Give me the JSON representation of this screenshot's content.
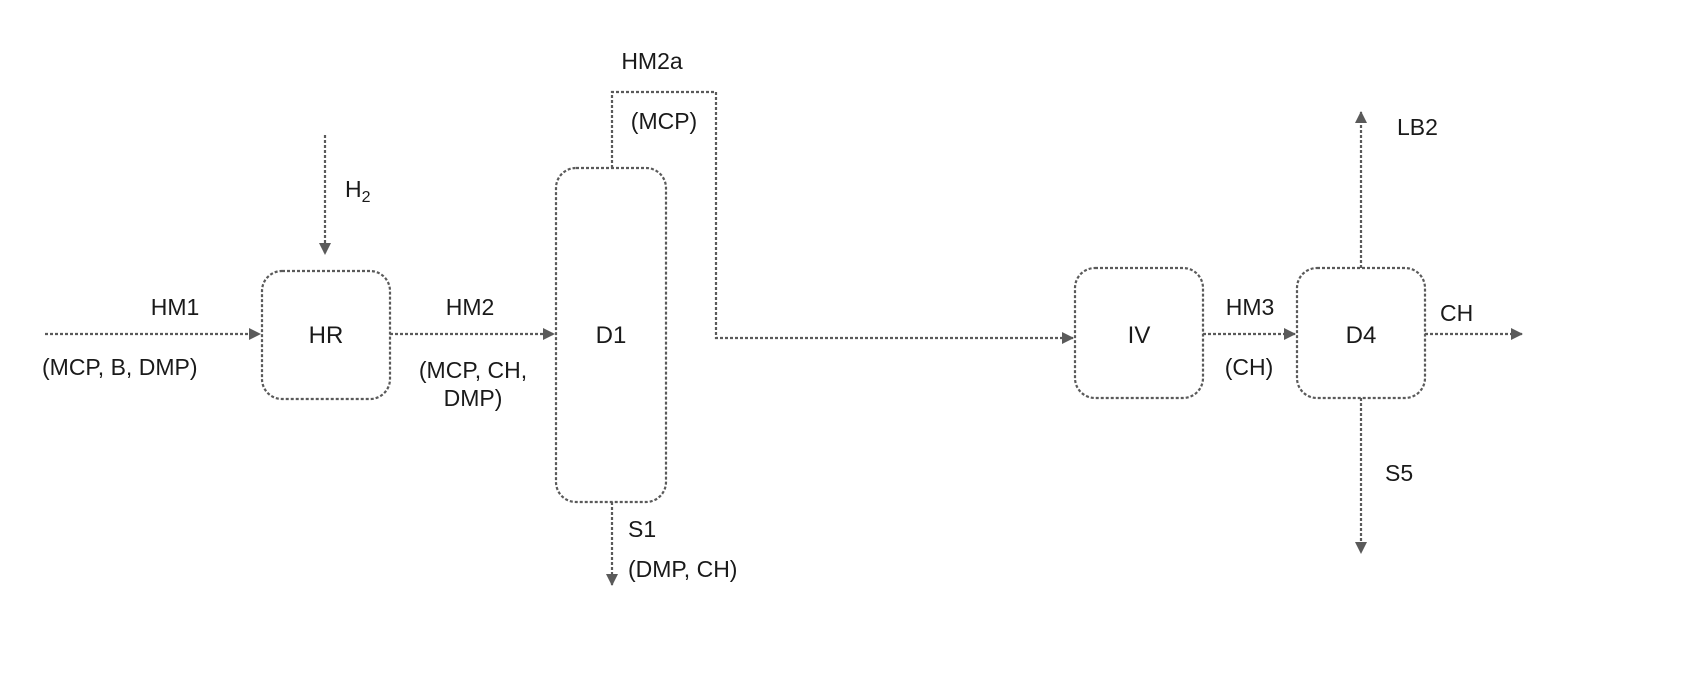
{
  "units": {
    "hr": "HR",
    "d1": "D1",
    "iv": "IV",
    "d4": "D4"
  },
  "streams": {
    "hm1_name": "HM1",
    "hm1_comp": "(MCP, B, DMP)",
    "h2_base": "H",
    "h2_sub": "2",
    "hm2_name": "HM2",
    "hm2_comp_1": "(MCP, CH,",
    "hm2_comp_2": "DMP)",
    "hm2a_name": "HM2a",
    "hm2a_comp": "(MCP)",
    "s1_name": "S1",
    "s1_comp": "(DMP, CH)",
    "hm3_name": "HM3",
    "hm3_comp": "(CH)",
    "ch_name": "CH",
    "lb2_name": "LB2",
    "s5_name": "S5"
  },
  "colors": {
    "line": "#5a5a5a",
    "text": "#1a1a1a",
    "background": "#ffffff"
  }
}
